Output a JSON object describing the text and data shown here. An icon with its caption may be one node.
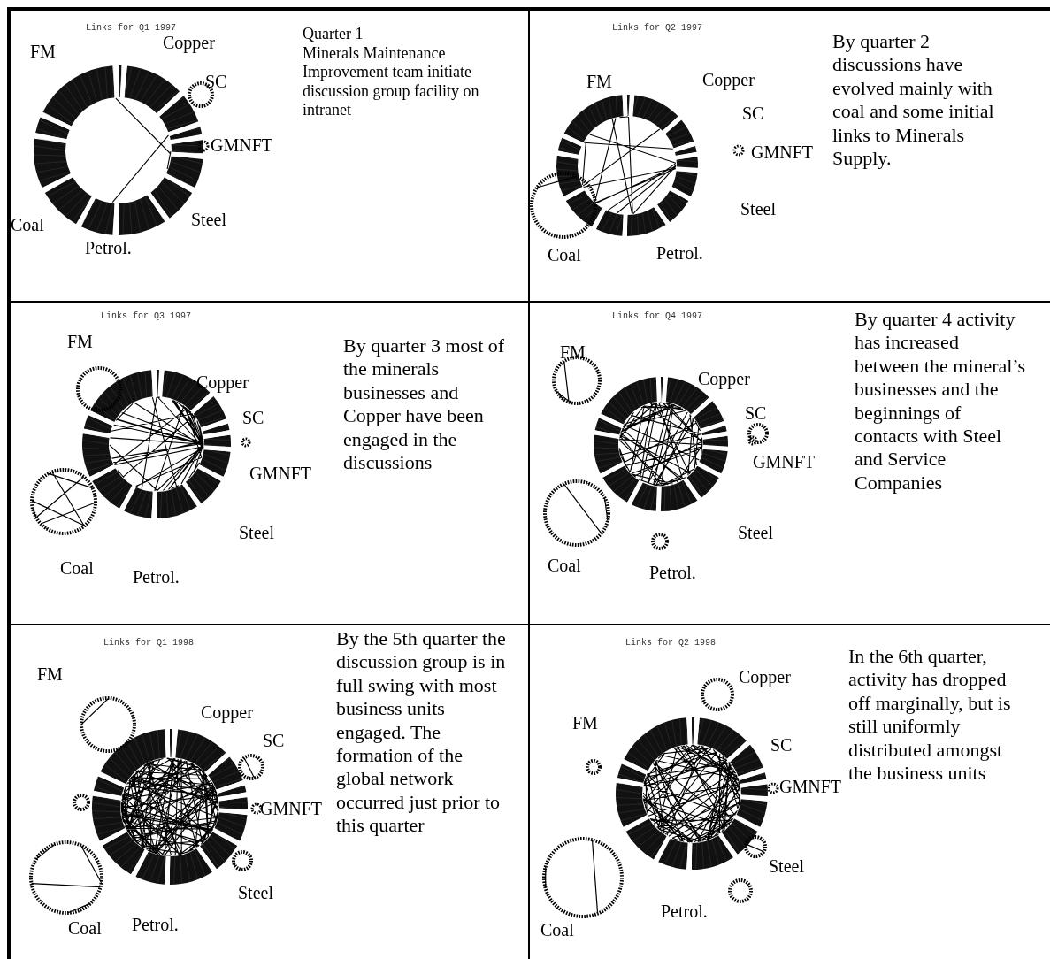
{
  "diagram": {
    "nodes": [
      {
        "text": [
          "Links for Q1 1997",
          "FM",
          "Copper",
          "SC",
          "GMNFT",
          "Steel",
          "Petrol.",
          "Coal",
          "Quarter 1",
          "Minerals Maintenance Improvement team initiate discussion group facility on intranet"
        ]
      },
      {
        "text": [
          "Links for Q2 1997",
          "FM",
          "Copper",
          "SC",
          "GMNFT",
          "Steel",
          "Petrol.",
          "Coal",
          "By quarter 2 discussions have evolved mainly with coal and some initial links to Minerals Supply."
        ]
      },
      {
        "text": [
          "Links for Q3 1997",
          "FM",
          "Copper",
          "SC",
          "GMNFT",
          "Steel",
          "Petrol.",
          "Coal",
          "By quarter 3 most of the minerals businesses and Copper have been engaged in the discussions"
        ]
      },
      {
        "text": [
          "Links for Q4 1997",
          "FM",
          "Copper",
          "SC",
          "GMNFT",
          "Steel",
          "Petrol.",
          "Coal",
          "By quarter 4 activity has increased between the mineral’s businesses and the beginnings of contacts with Steel and Service Companies"
        ]
      },
      {
        "text": [
          "Links for Q1 1998",
          "FM",
          "Copper",
          "SC",
          "GMNFT",
          "Steel",
          "Petrol.",
          "Coal",
          "By the 5th quarter the discussion group is in full swing with most business units engaged. The formation of the global network occurred just prior to this quarter"
        ]
      },
      {
        "text": [
          "Links for Q2 1998",
          "FM",
          "Copper",
          "SC",
          "GMNFT",
          "Steel",
          "Petrol.",
          "Coal",
          "In the 6th quarter, activity has dropped off marginally, but is still uniformly distributed amongst the business units"
        ]
      }
    ],
    "edges": []
  }
}
